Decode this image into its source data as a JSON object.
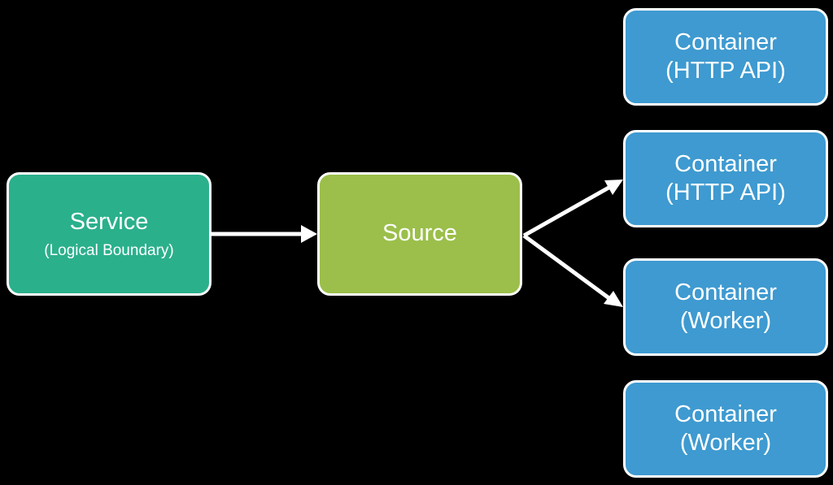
{
  "nodes": {
    "service": {
      "title": "Service",
      "subtitle": "(Logical Boundary)",
      "color": "#2bb08c"
    },
    "source": {
      "title": "Source",
      "color": "#9bbf4a"
    },
    "containers": [
      {
        "line1": "Container",
        "line2": "(HTTP API)"
      },
      {
        "line1": "Container",
        "line2": "(HTTP API)"
      },
      {
        "line1": "Container",
        "line2": "(Worker)"
      },
      {
        "line1": "Container",
        "line2": "(Worker)"
      }
    ],
    "container_color": "#3e9ad0"
  },
  "edges": [
    {
      "from": "service",
      "to": "source"
    },
    {
      "from": "source",
      "to": "containers.1"
    },
    {
      "from": "source",
      "to": "containers.2"
    }
  ]
}
